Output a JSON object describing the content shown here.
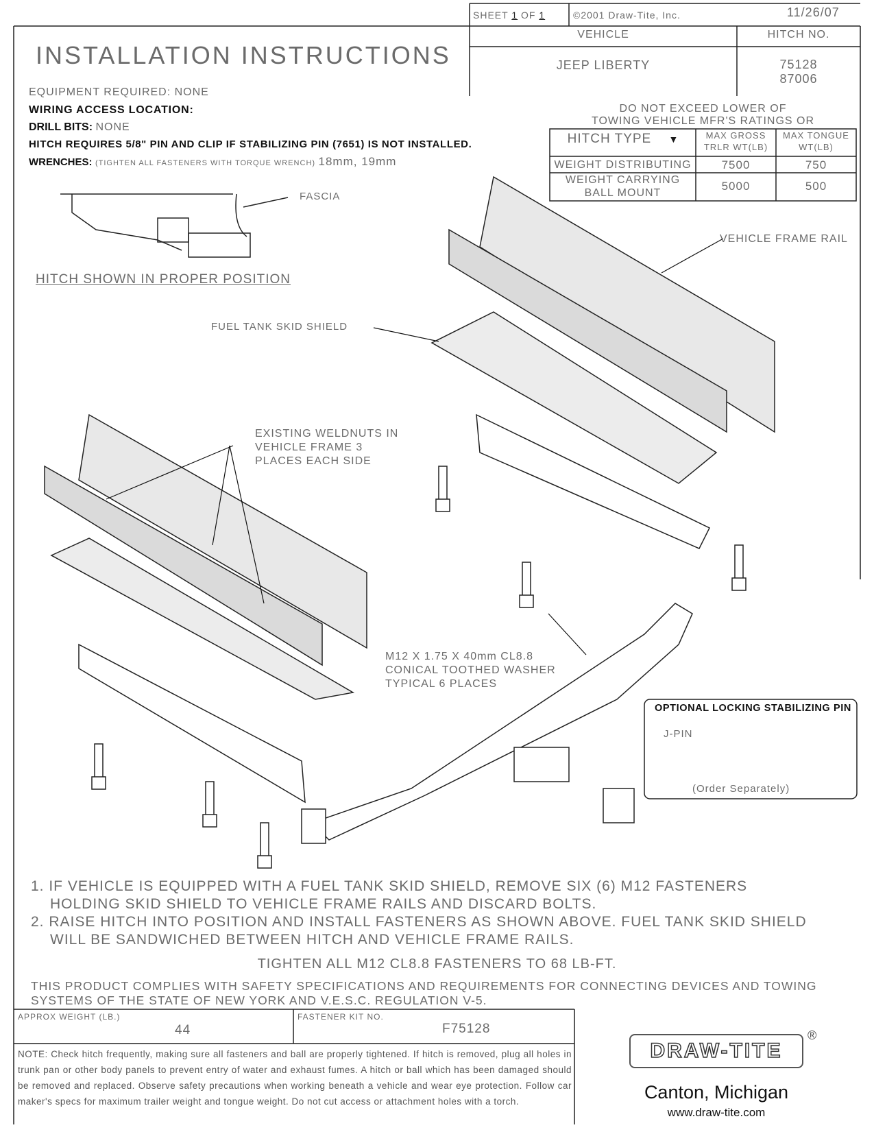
{
  "header": {
    "sheet_label": "SHEET",
    "sheet_num": "1",
    "of_label": "OF",
    "sheet_total": "1",
    "copyright": "©2001 Draw-Tite, Inc.",
    "date": "11/26/07",
    "vehicle_header": "VEHICLE",
    "hitch_no_header": "HITCH NO.",
    "vehicle": "JEEP LIBERTY",
    "hitch_no_1": "75128",
    "hitch_no_2": "87006"
  },
  "title": "INSTALLATION INSTRUCTIONS",
  "requirements": {
    "equipment": "EQUIPMENT REQUIRED: NONE",
    "wiring": "WIRING ACCESS LOCATION:",
    "drill_label": "DRILL BITS:",
    "drill_value": "NONE",
    "pin_clip": "HITCH REQUIRES 5/8\" PIN AND CLIP IF STABILIZING PIN (7651) IS NOT INSTALLED.",
    "wrenches_label": "WRENCHES:",
    "wrenches_note": "(TIGHTEN ALL FASTENERS WITH TORQUE WRENCH)",
    "wrenches_value": "18mm, 19mm"
  },
  "ratings": {
    "note_line1": "DO NOT EXCEED LOWER OF",
    "note_line2": "TOWING VEHICLE MFR'S RATINGS OR",
    "col_type": "HITCH TYPE",
    "col_gross_1": "MAX GROSS",
    "col_gross_2": "TRLR WT(LB)",
    "col_tongue_1": "MAX TONGUE",
    "col_tongue_2": "WT(LB)",
    "rows": [
      {
        "type": "WEIGHT DISTRIBUTING",
        "type2": "",
        "gross": "7500",
        "tongue": "750"
      },
      {
        "type": "WEIGHT CARRYING",
        "type2": "BALL MOUNT",
        "gross": "5000",
        "tongue": "500"
      }
    ]
  },
  "diagram_labels": {
    "fascia": "FASCIA",
    "proper_position": "HITCH SHOWN IN PROPER POSITION",
    "frame_rail": "VEHICLE FRAME RAIL",
    "skid_shield": "FUEL TANK SKID SHIELD",
    "weldnuts_1": "EXISTING WELDNUTS IN",
    "weldnuts_2": "VEHICLE FRAME 3",
    "weldnuts_3": "PLACES EACH SIDE",
    "fastener_1": "M12 X 1.75 X 40mm CL8.8",
    "fastener_2": "CONICAL TOOTHED WASHER",
    "fastener_3": "TYPICAL 6 PLACES",
    "optional_title": "OPTIONAL LOCKING STABILIZING PIN",
    "jpin": "J-PIN",
    "order_sep": "(Order Separately)"
  },
  "steps": {
    "s1a": "1. IF VEHICLE IS EQUIPPED WITH A FUEL TANK SKID SHIELD, REMOVE SIX (6) M12 FASTENERS",
    "s1b": "HOLDING SKID SHIELD TO VEHICLE FRAME RAILS AND DISCARD BOLTS.",
    "s2a": "2. RAISE HITCH INTO POSITION AND INSTALL FASTENERS AS SHOWN ABOVE.  FUEL TANK SKID SHIELD",
    "s2b": "WILL BE SANDWICHED BETWEEN HITCH AND VEHICLE FRAME RAILS.",
    "torque": "TIGHTEN ALL M12 CL8.8 FASTENERS TO 68 LB-FT.",
    "comply_1": "THIS PRODUCT COMPLIES WITH SAFETY SPECIFICATIONS AND REQUIREMENTS FOR CONNECTING DEVICES AND TOWING",
    "comply_2": "SYSTEMS OF THE STATE OF NEW YORK AND V.E.S.C. REGULATION V-5."
  },
  "footer": {
    "weight_label": "APPROX WEIGHT (LB.)",
    "weight_value": "44",
    "kit_label": "FASTENER KIT NO.",
    "kit_value": "F75128",
    "note": "NOTE: Check hitch frequently, making sure all fasteners and ball are properly tightened. If hitch is removed, plug all holes in trunk pan or other body panels to prevent entry of water and exhaust fumes. A hitch or ball which has been damaged should be removed and replaced. Observe safety precautions when working beneath a vehicle and wear eye protection. Follow car maker's specs for maximum trailer weight and tongue weight. Do not cut access or attachment holes with a torch.",
    "brand": "DRAW-TITE",
    "city": "Canton, Michigan",
    "url": "www.draw-tite.com",
    "registered": "®"
  }
}
